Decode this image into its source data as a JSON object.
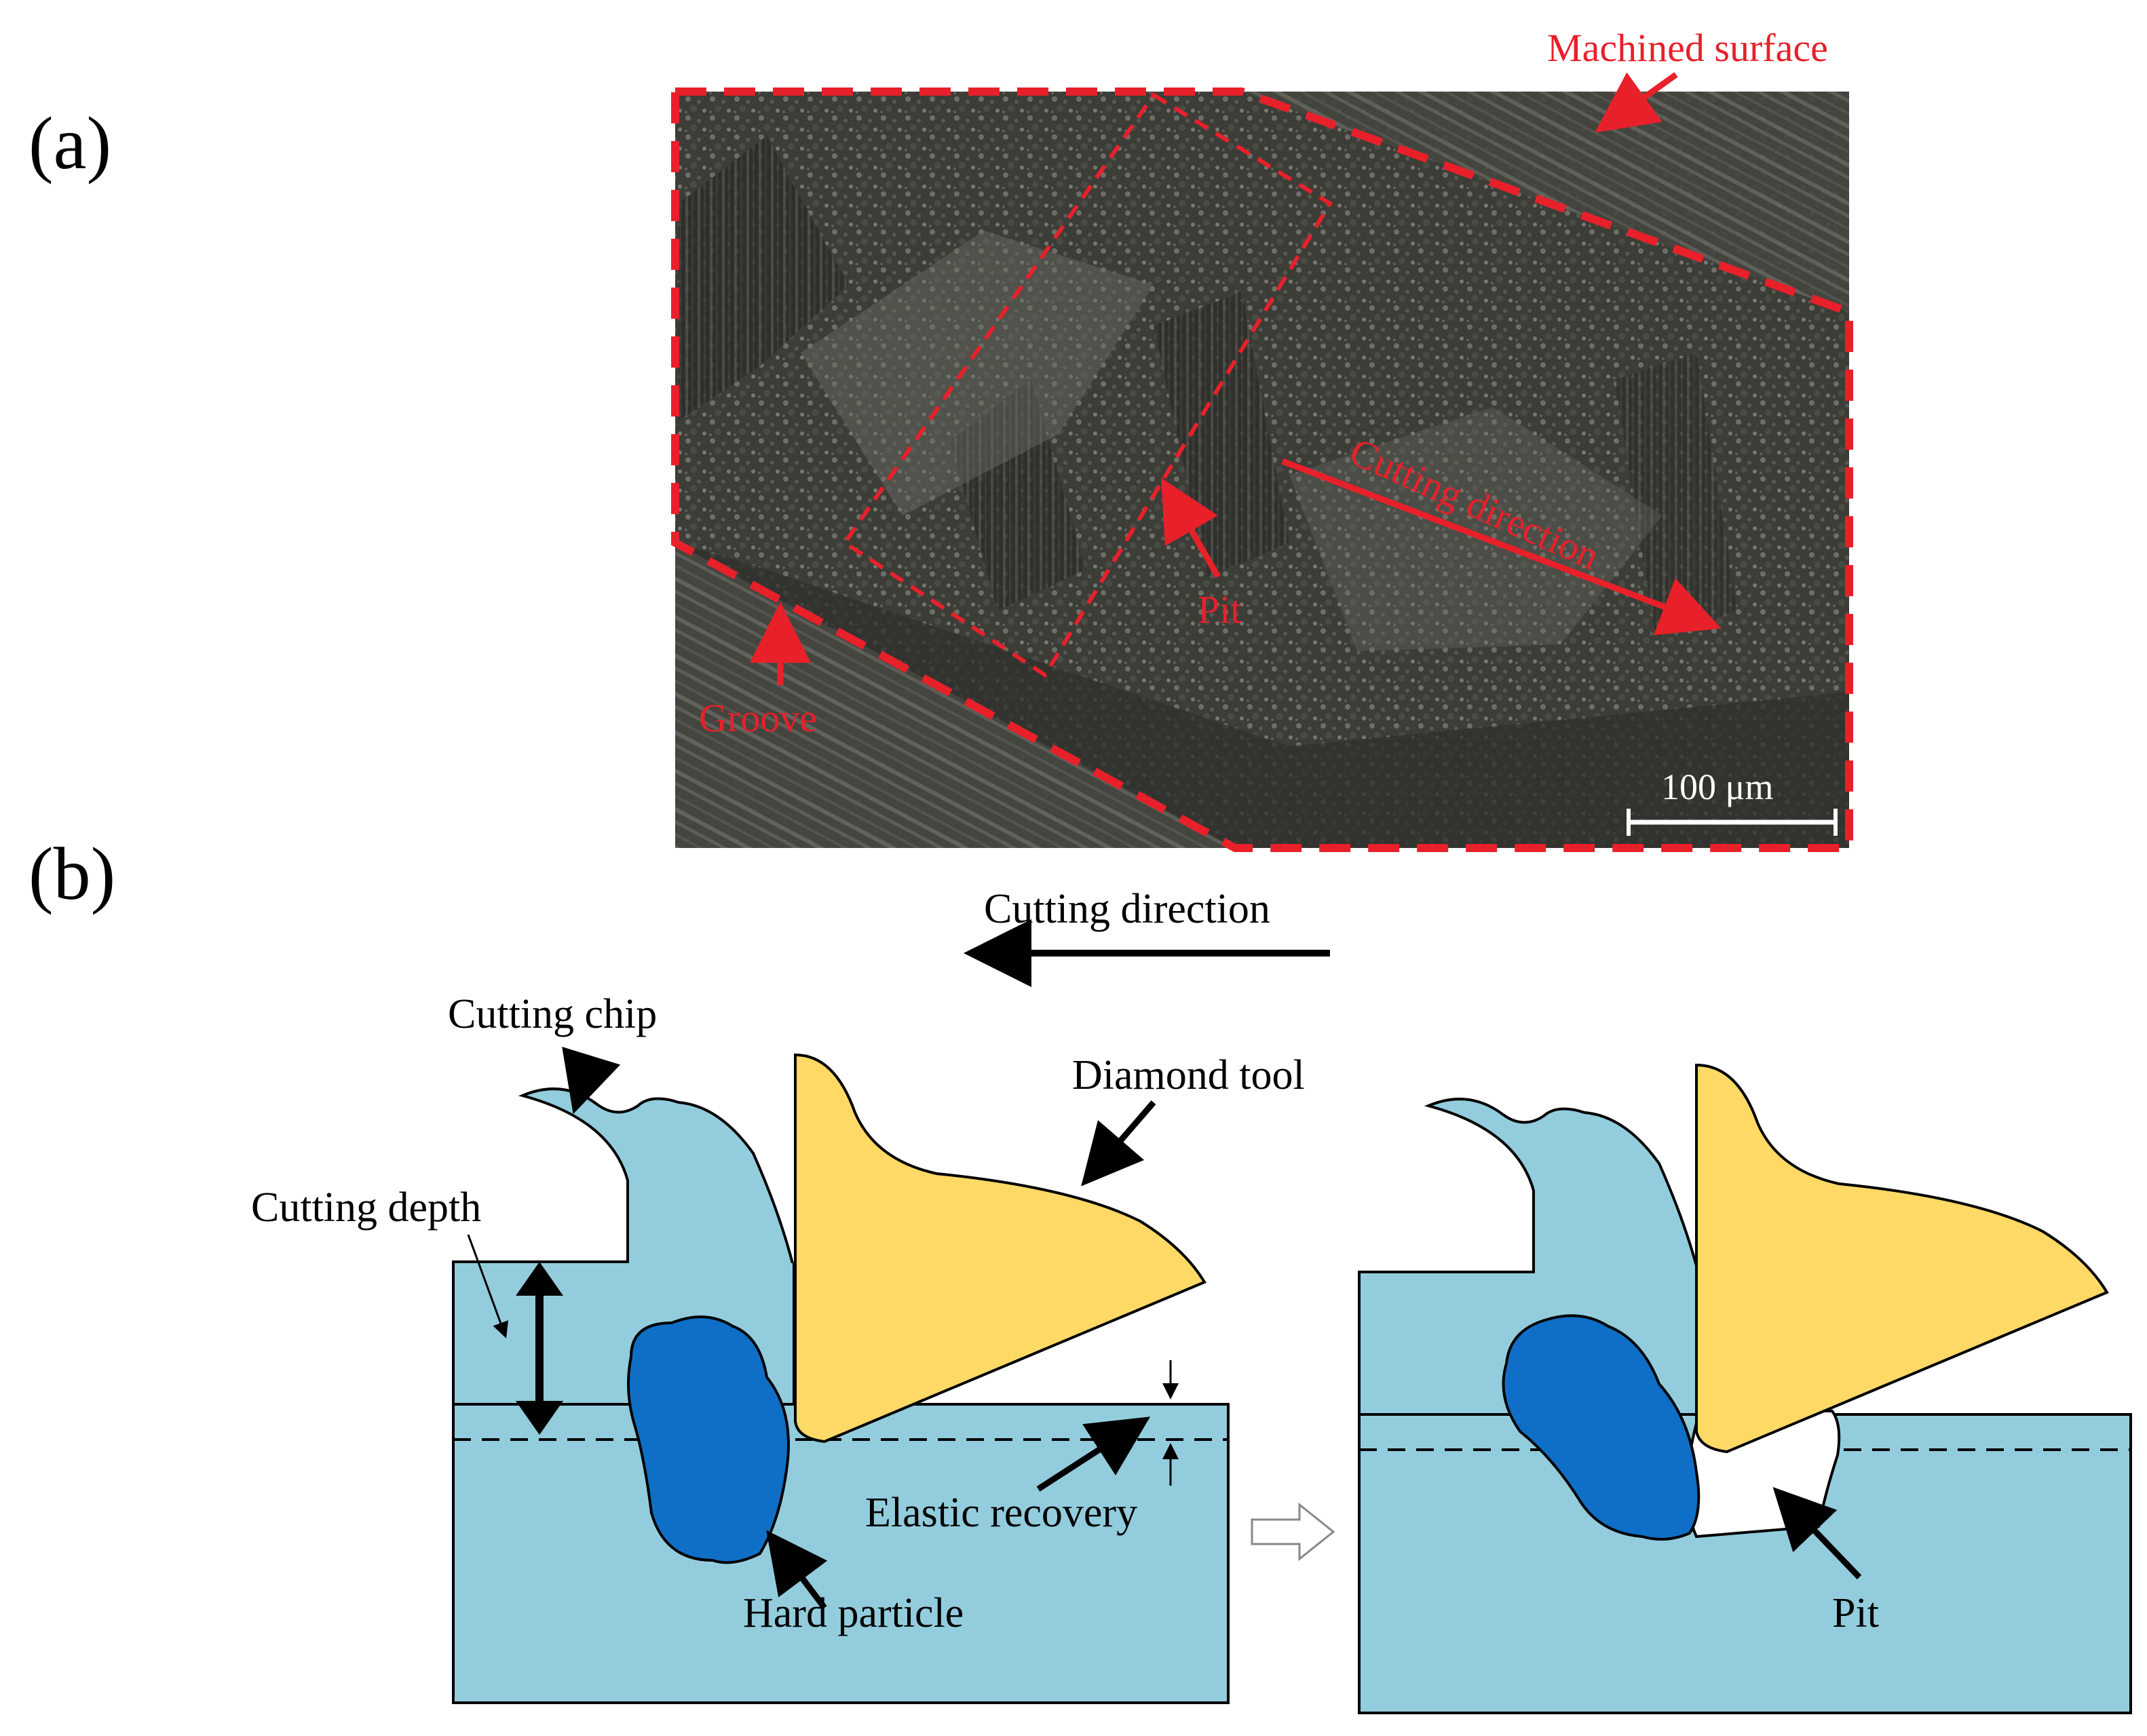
{
  "panel_a": {
    "letter": "(a)",
    "labels": {
      "machined_surface": "Machined surface",
      "cutting_direction": "Cutting direction",
      "pit": "Pit",
      "groove": "Groove",
      "scale_bar": "100 μm"
    }
  },
  "panel_b": {
    "letter": "(b)",
    "labels": {
      "cutting_direction": "Cutting direction",
      "cutting_chip": "Cutting chip",
      "diamond_tool": "Diamond tool",
      "cutting_depth": "Cutting depth",
      "elastic_recovery": "Elastic recovery",
      "hard_particle": "Hard particle",
      "pit": "Pit"
    }
  },
  "colors": {
    "workpiece": "#93cddd",
    "hard_particle": "#0f6fc6",
    "diamond_tool": "#ffd966",
    "annotation_red": "#e8202a",
    "photo_base": "#3a3b36"
  }
}
